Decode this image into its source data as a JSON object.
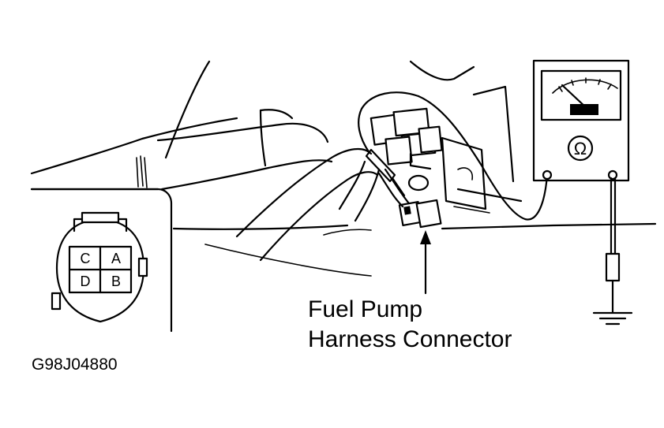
{
  "callout": {
    "line1": "Fuel Pump",
    "line2": "Harness Connector"
  },
  "figure_id": "G98J04880",
  "connector_pins": {
    "top_left": "C",
    "top_right": "A",
    "bottom_left": "D",
    "bottom_right": "B"
  },
  "meter": {
    "dial_symbol": "Ω"
  }
}
